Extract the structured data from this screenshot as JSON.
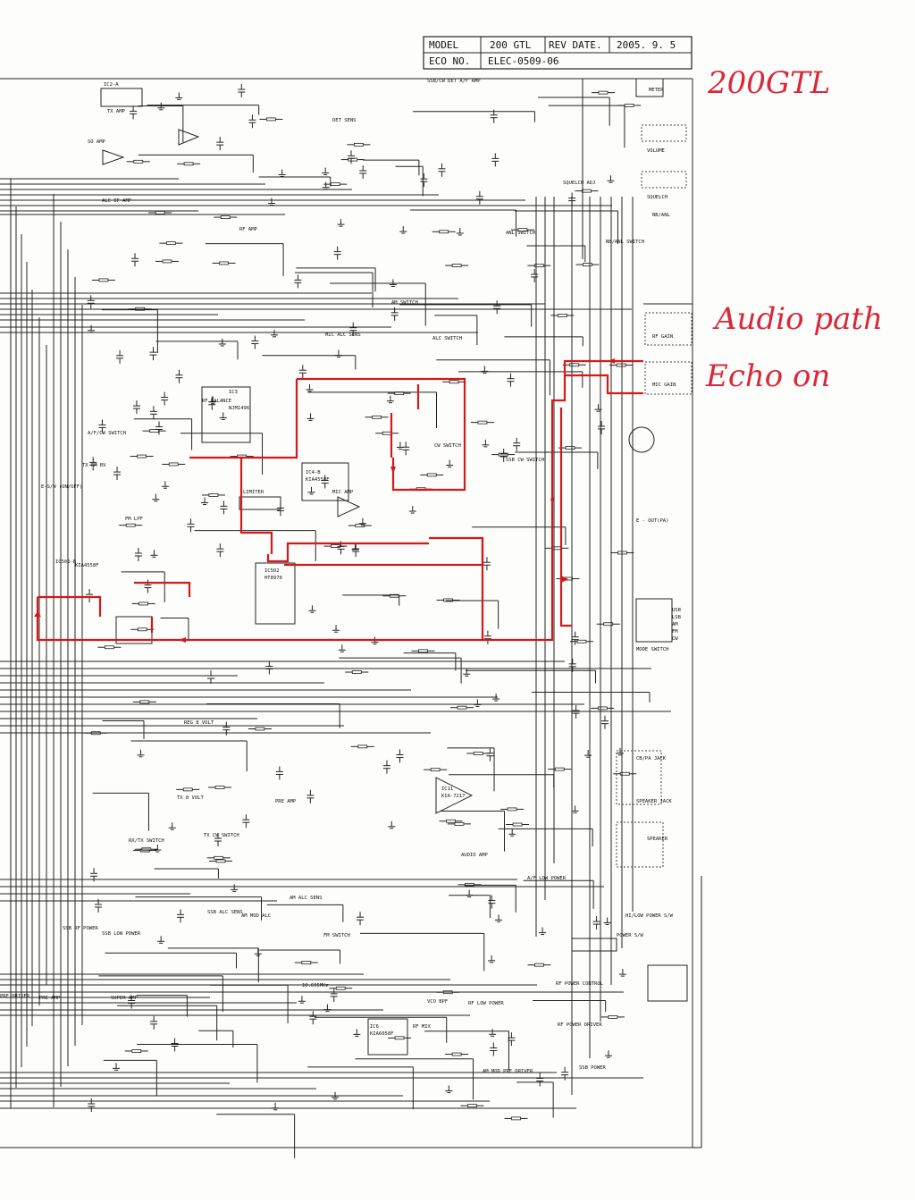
{
  "title_block": {
    "model_label": "MODEL",
    "model_value": "200 GTL",
    "rev_label": "REV DATE.",
    "rev_value": "2005. 9. 5",
    "eco_label": "ECO NO.",
    "eco_value": "ELEC-0509-06"
  },
  "annotations": {
    "model_note": "200GTL",
    "note_line1": "Audio path",
    "note_line2": "Echo on"
  },
  "colors": {
    "ink": "#222222",
    "annotation": "#d11a1a",
    "paper": "#fdfdfb"
  },
  "section_labels": [
    "IC2-A",
    "TX AMP",
    "SO AMP",
    "ALC IF AMP",
    "RF AMP",
    "DET SENS",
    "SSB/CW DET A/F AMP",
    "METER",
    "VOLUME",
    "SQUELCH ADJ",
    "SQUELCH",
    "NB/ANL",
    "NB/ANL SWITCH",
    "ANL SWITCH",
    "AM SWITCH",
    "MIC ALC SENS",
    "ALC SWITCH",
    "RF GAIN",
    "MIC GAIN",
    "RF BALANCE",
    "A/F/CW SWITCH",
    "TX FM BV",
    "E-S/W (ON/OFF)",
    "FM LPF",
    "LIMITER",
    "MIC AMP",
    "CW SWITCH",
    "SSB CW SWITCH",
    "E - OUT(PA)",
    "MODE SWITCH",
    "USB",
    "LSB",
    "AM",
    "FM",
    "CW",
    "REG 8 VOLT",
    "TX 8 VOLT",
    "RX/TX SWITCH",
    "TX CW SWITCH",
    "PRE AMP",
    "AUDIO AMP",
    "CB/PA JACK",
    "SPEAKER JACK",
    "SPEAKER",
    "SSB RF POWER",
    "SSB LOW POWER",
    "SSB ALC SENS",
    "AM MOD ALC",
    "AM ALC SENS",
    "FM SWITCH",
    "A/F LOW POWER",
    "HI/LOW POWER S/W",
    "POWER S/W",
    "RF POWER CONTROL",
    "RF LOW POWER",
    "RF POWER DRIVER",
    "SSB POWER",
    "AM MOD PRE DRIVER",
    "PRE DRIVER",
    "PRE AMP",
    "SUPER AMP",
    "RF MIX",
    "VCO BPF",
    "10.695MHz",
    "IC501-B",
    "KIA4558F",
    "IC502",
    "HT8970",
    "IC4-B",
    "KIA4558F",
    "IC3",
    "NJM1496",
    "IC11",
    "KIA-7217",
    "IC6",
    "KIA6058F"
  ]
}
